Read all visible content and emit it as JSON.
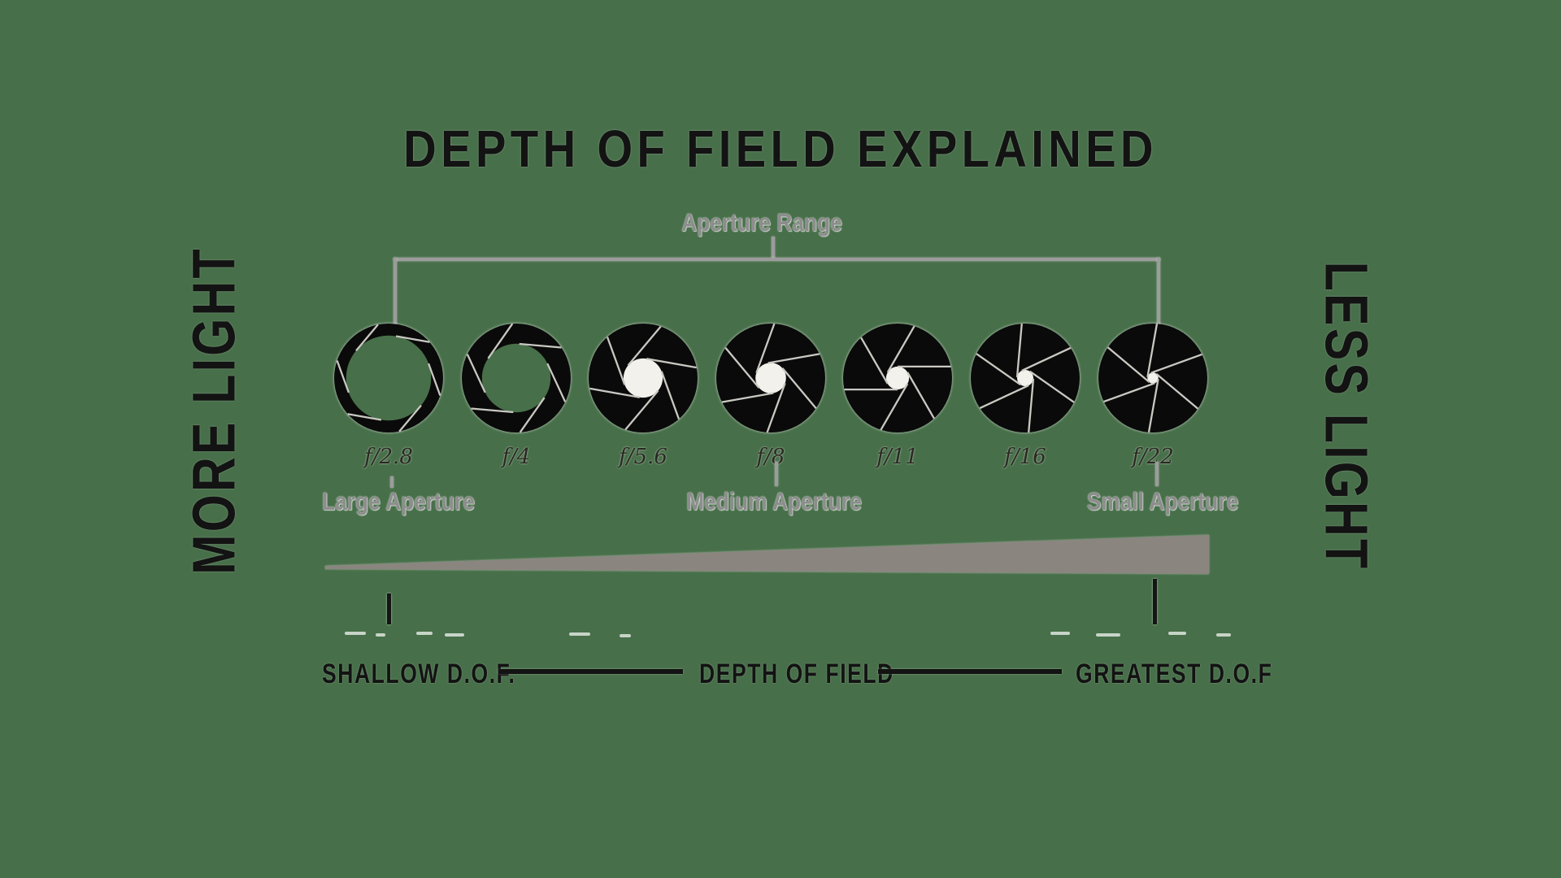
{
  "colors": {
    "background": "#476f49",
    "ink": "#131313",
    "label_gray": "#8d8d8d",
    "line_gray": "#9c9c9c",
    "wedge_gray": "#8a867f",
    "blade_gray": "#c9c8c2",
    "hole_white": "#f2f1ec",
    "disc_black": "#0a0a0a"
  },
  "title": "DEPTH OF FIELD EXPLAINED",
  "aperture_range_label": "Aperture Range",
  "side_labels": {
    "left": "MORE LIGHT",
    "right": "LESS LIGHT"
  },
  "apertures": [
    {
      "fstop": "f/2.8",
      "opening_ratio": 0.78,
      "open_center": true
    },
    {
      "fstop": "f/4",
      "opening_ratio": 0.63,
      "open_center": true
    },
    {
      "fstop": "f/5.6",
      "opening_ratio": 0.36,
      "open_center": false
    },
    {
      "fstop": "f/8",
      "opening_ratio": 0.28,
      "open_center": false
    },
    {
      "fstop": "f/11",
      "opening_ratio": 0.21,
      "open_center": false
    },
    {
      "fstop": "f/16",
      "opening_ratio": 0.15,
      "open_center": false
    },
    {
      "fstop": "f/22",
      "opening_ratio": 0.1,
      "open_center": false
    }
  ],
  "size_labels": {
    "large": "Large Aperture",
    "medium": "Medium Aperture",
    "small": "Small Aperture"
  },
  "dof_labels": {
    "shallow": "SHALLOW D.O.F.",
    "middle": "DEPTH OF FIELD",
    "greatest": "GREATEST D.O.F"
  }
}
